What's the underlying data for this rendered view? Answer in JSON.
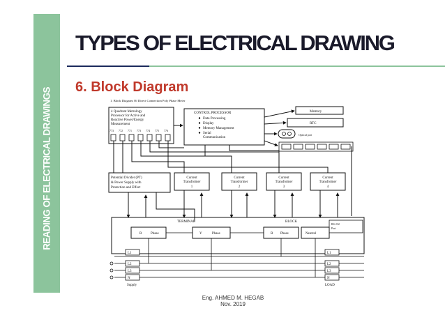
{
  "slide": {
    "sidebar_text": "READING OF ELECTRICAL DRAWINGS",
    "title": "TYPES OF ELECTRICAL DRAWING",
    "subtitle": "6. Block Diagram",
    "footer_author": "Eng. AHMED M. HEGAB",
    "footer_date": "Nov. 2019"
  },
  "diagram": {
    "caption": "1.   Block Diagram Of Direct Connection Poly Phase Meter",
    "metrology": [
      "4 Quadrant Metrology",
      "Processor for Active and",
      "Reactive Power/Energy",
      "Measurement"
    ],
    "pins": [
      "773",
      "772",
      "771",
      "773",
      "774",
      "775",
      "776"
    ],
    "control_processor": {
      "title": "CONTROL PROCESSOR",
      "items": [
        "Data Processing",
        "Display",
        "Memory Management",
        "Serial",
        "Communication"
      ]
    },
    "memory": "Memory",
    "rtc": "RTC",
    "optical_port": "Optical port",
    "potential_divider": [
      "Potential Divider  (PT)",
      "& Power Supply with",
      "Protection and Effect"
    ],
    "transformers": [
      {
        "line1": "Current",
        "line2": "Transformer",
        "num": "1"
      },
      {
        "line1": "Current",
        "line2": "Transformer",
        "num": "2"
      },
      {
        "line1": "Current",
        "line2": "Transformer",
        "num": "3"
      },
      {
        "line1": "Current",
        "line2": "Transformer",
        "num": "4"
      }
    ],
    "terminal": "TERMINAL",
    "block": "BLOCK",
    "rs232": [
      "RS 232",
      "Port"
    ],
    "phases": [
      {
        "letter": "R",
        "label": "Phase"
      },
      {
        "letter": "Y",
        "label": "Phase"
      },
      {
        "letter": "B",
        "label": "Phase"
      },
      {
        "letter": "",
        "label": "Neutral"
      }
    ],
    "supply_lines": [
      "L1",
      "L2",
      "L3",
      "N"
    ],
    "load_lines": [
      "L1",
      "L2",
      "L3",
      "N"
    ],
    "supply": "Supply",
    "load": "LOAD"
  }
}
